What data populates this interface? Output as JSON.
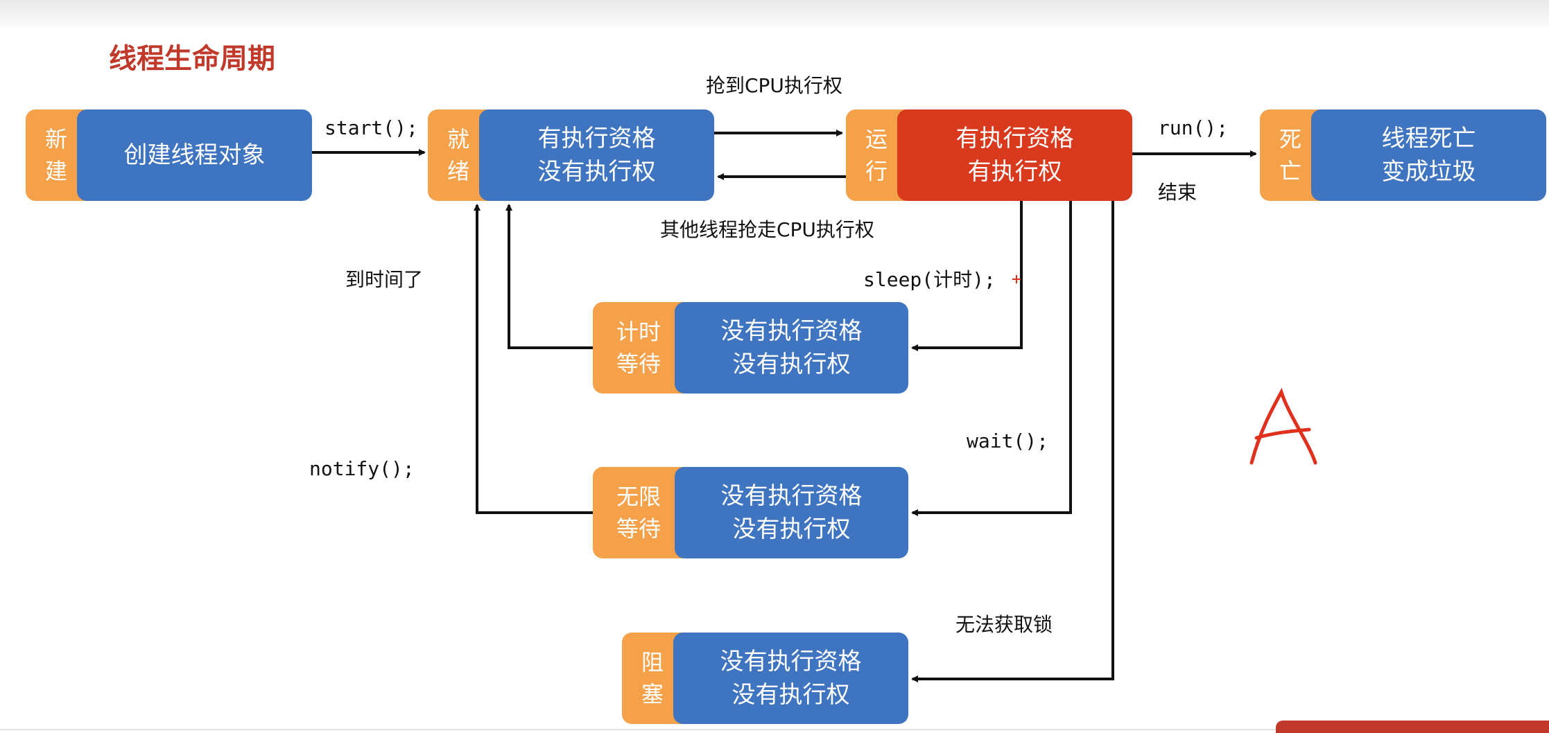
{
  "title": "线程生命周期",
  "states": {
    "new": {
      "tag1": "新",
      "tag2": "建",
      "line1": "创建线程对象"
    },
    "ready": {
      "tag1": "就",
      "tag2": "绪",
      "line1": "有执行资格",
      "line2": "没有执行权"
    },
    "running": {
      "tag1": "运",
      "tag2": "行",
      "line1": "有执行资格",
      "line2": "有执行权"
    },
    "dead": {
      "tag1": "死",
      "tag2": "亡",
      "line1": "线程死亡",
      "line2": "变成垃圾"
    },
    "timed_waiting": {
      "tag1": "计时",
      "tag2": "等待",
      "line1": "没有执行资格",
      "line2": "没有执行权"
    },
    "waiting": {
      "tag1": "无限",
      "tag2": "等待",
      "line1": "没有执行资格",
      "line2": "没有执行权"
    },
    "blocked": {
      "tag1": "阻",
      "tag2": "塞",
      "line1": "没有执行资格",
      "line2": "没有执行权"
    }
  },
  "labels": {
    "start": "start();",
    "grab_cpu": "抢到CPU执行权",
    "lose_cpu": "其他线程抢走CPU执行权",
    "run": "run();",
    "end": "结束",
    "time_up": "到时间了",
    "sleep": "sleep(计时);",
    "wait": "wait();",
    "notify": "notify();",
    "no_lock": "无法获取锁"
  },
  "annotation": "A",
  "colors": {
    "tag": "#f5a14a",
    "state": "#3f74c0",
    "running": "#d93a1e",
    "title": "#c0392b",
    "handwriting": "#e0301e"
  }
}
